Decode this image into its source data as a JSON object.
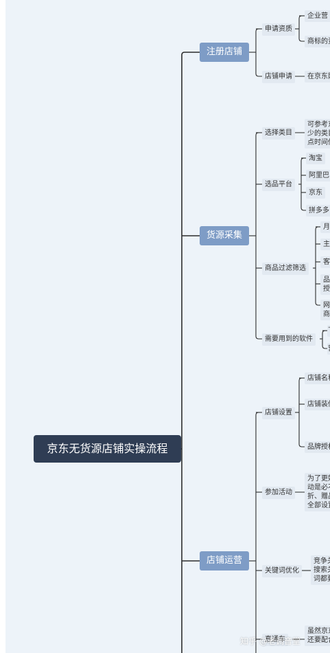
{
  "root": "京东无货源店铺实操流程",
  "categories": [
    {
      "label": "注册店铺",
      "children": [
        {
          "label": "申请资质",
          "leaves": [
            "企业营",
            "商标的资"
          ]
        },
        {
          "label": "店铺申请",
          "leaves": [
            "在京东网"
          ]
        }
      ]
    },
    {
      "label": "货源采集",
      "children": [
        {
          "label": "选择类目",
          "leaves": [
            "可参考东\n少的类目\n点时间做"
          ]
        },
        {
          "label": "选品平台",
          "leaves": [
            "淘宝",
            "阿里巴巴",
            "京东",
            "拼多多"
          ]
        },
        {
          "label": "商品过滤筛选",
          "leaves": [
            "月销",
            "主图",
            "客单",
            "品牌\n授权",
            "网红\n商品"
          ]
        },
        {
          "label": "需要用到的软件",
          "leaves": [
            "飞",
            "营"
          ]
        }
      ]
    },
    {
      "label": "店铺运营",
      "children": [
        {
          "label": "店铺设置",
          "leaves": [
            "店铺名称",
            "店铺装修",
            "品牌授权"
          ]
        },
        {
          "label": "参加活动",
          "leaves": [
            "为了更好\n动是必不\n折、赠品\n全部设置"
          ]
        },
        {
          "label": "关键词优化",
          "leaves": [
            "竞争关\n搜索关\n词都要"
          ]
        },
        {
          "label": "直通车",
          "leaves": [
            "虽然京东\n还要配合"
          ]
        }
      ]
    }
  ],
  "watermark": "知乎 @老调音堂"
}
